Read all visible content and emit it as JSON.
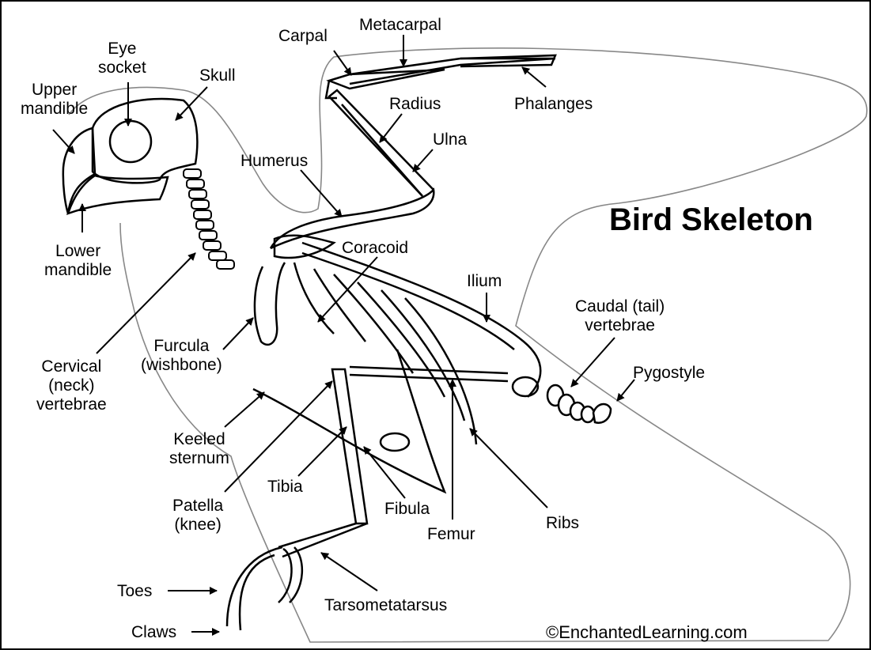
{
  "title": "Bird Skeleton",
  "credit": "©EnchantedLearning.com",
  "labels": {
    "eye_socket": [
      "Eye",
      "socket"
    ],
    "carpal": "Carpal",
    "metacarpal": "Metacarpal",
    "skull": "Skull",
    "upper_mandible": [
      "Upper",
      "mandible"
    ],
    "radius": "Radius",
    "phalanges": "Phalanges",
    "ulna": "Ulna",
    "humerus": "Humerus",
    "lower_mandible": [
      "Lower",
      "mandible"
    ],
    "coracoid": "Coracoid",
    "ilium": "Ilium",
    "caudal": [
      "Caudal (tail)",
      "vertebrae"
    ],
    "pygostyle": "Pygostyle",
    "furcula": [
      "Furcula",
      "(wishbone)"
    ],
    "cervical": [
      "Cervical",
      "(neck)",
      "vertebrae"
    ],
    "keeled_sternum": [
      "Keeled",
      "sternum"
    ],
    "tibia": "Tibia",
    "fibula": "Fibula",
    "patella": [
      "Patella",
      "(knee)"
    ],
    "femur": "Femur",
    "ribs": "Ribs",
    "toes": "Toes",
    "tarsometatarsus": "Tarsometatarsus",
    "claws": "Claws"
  }
}
